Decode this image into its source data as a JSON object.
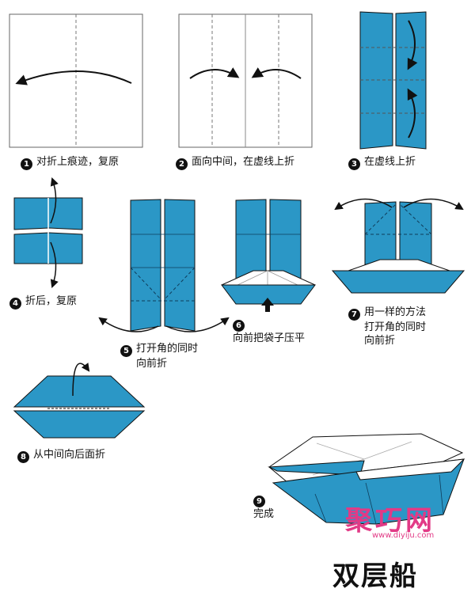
{
  "steps": [
    {
      "num": "1",
      "lines": [
        "对折上痕迹，复原"
      ]
    },
    {
      "num": "2",
      "lines": [
        "面向中间，在虚线上折"
      ]
    },
    {
      "num": "3",
      "lines": [
        "在虚线上折"
      ]
    },
    {
      "num": "4",
      "lines": [
        "折后，复原"
      ]
    },
    {
      "num": "5",
      "lines": [
        "打开角的同时",
        "向前折"
      ]
    },
    {
      "num": "6",
      "lines": [
        "向前把袋子压平"
      ]
    },
    {
      "num": "7",
      "lines": [
        "用一样的方法",
        "打开角的同时",
        "向前折"
      ]
    },
    {
      "num": "8",
      "lines": [
        "从中间向后面折"
      ]
    },
    {
      "num": "9",
      "lines": [
        "完成"
      ]
    }
  ],
  "title": "双层船",
  "watermark": {
    "text": "聚巧网",
    "url": "www.diyiju.com"
  },
  "colors": {
    "paper_blue": "#2b97c6",
    "outline": "#111111",
    "watermark": "#e23a86"
  }
}
